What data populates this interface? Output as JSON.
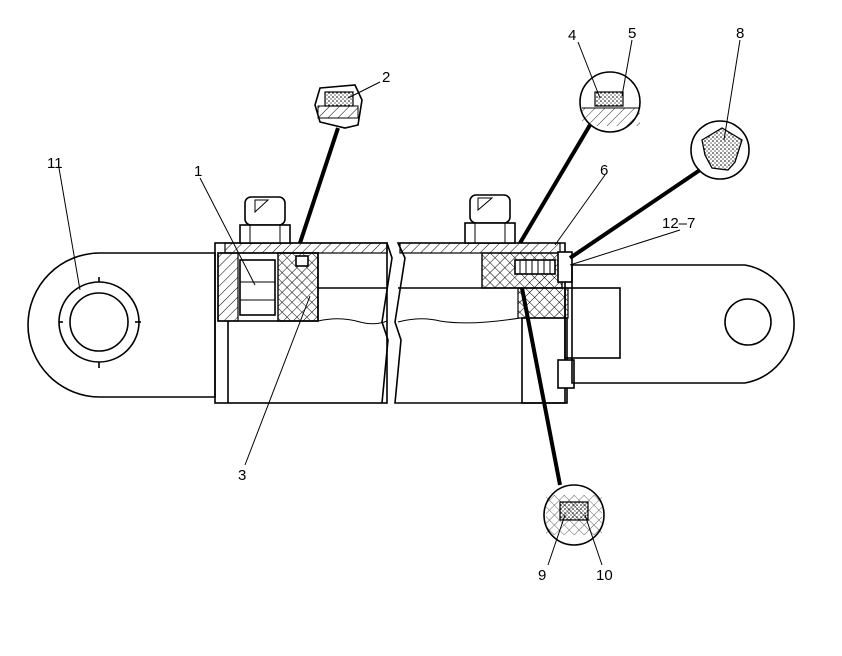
{
  "callouts": [
    {
      "id": "c1",
      "label": "1"
    },
    {
      "id": "c2",
      "label": "2"
    },
    {
      "id": "c3",
      "label": "3"
    },
    {
      "id": "c4",
      "label": "4"
    },
    {
      "id": "c5",
      "label": "5"
    },
    {
      "id": "c6",
      "label": "6"
    },
    {
      "id": "c8",
      "label": "8"
    },
    {
      "id": "c9",
      "label": "9"
    },
    {
      "id": "c10",
      "label": "10"
    },
    {
      "id": "c11",
      "label": "11"
    },
    {
      "id": "c127",
      "label": "12–7"
    }
  ],
  "colors": {
    "line": "#000000",
    "background": "#ffffff"
  }
}
